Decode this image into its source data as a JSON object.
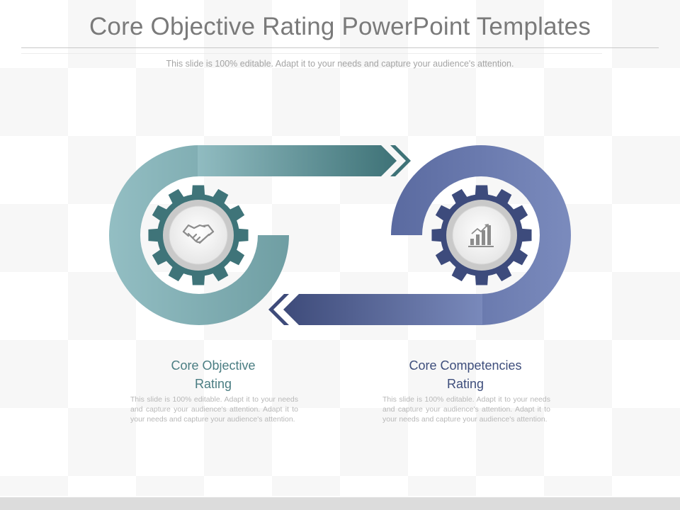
{
  "slide": {
    "title": "Core Objective Rating PowerPoint Templates",
    "subtitle": "This slide is 100% editable. Adapt it to your needs and capture your audience's attention."
  },
  "items": [
    {
      "heading_line1": "Core Objective",
      "heading_line2": "Rating",
      "description": "This slide is 100% editable. Adapt it to your needs and capture your audience's attention. Adapt it to your needs and capture your audience's attention.",
      "icon": "handshake-icon",
      "color": "#4a7d82"
    },
    {
      "heading_line1": "Core Competencies",
      "heading_line2": "Rating",
      "description": "This slide is 100% editable. Adapt it to your needs and capture your audience's attention. Adapt it to your needs and capture your audience's attention.",
      "icon": "bar-chart-icon",
      "color": "#3e4e7c"
    }
  ],
  "colors": {
    "teal_light": "#93bec3",
    "teal_dark": "#3e7277",
    "blue_light": "#7b8bbd",
    "blue_dark": "#3e4b7a",
    "gear_teal": "#3f7479",
    "gear_blue": "#3d4b7c"
  }
}
